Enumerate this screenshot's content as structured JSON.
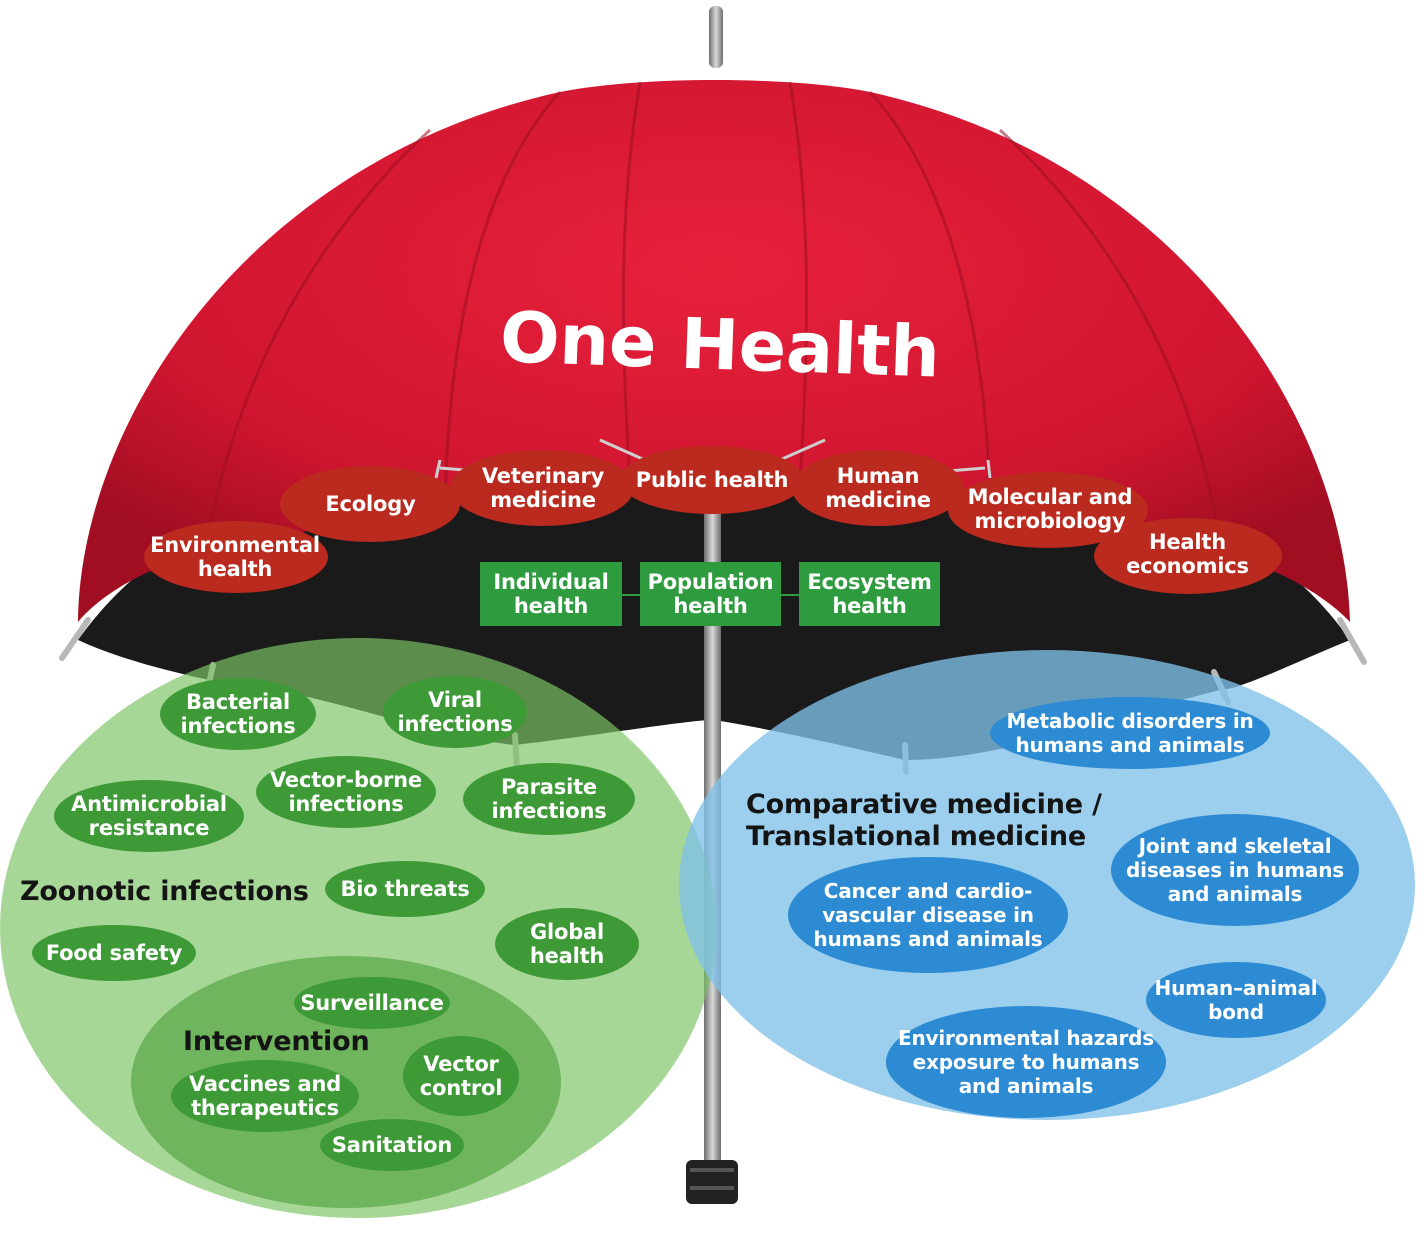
{
  "colors": {
    "canopy": "#d31730",
    "canopy_shadow": "#a20f22",
    "underside": "#1a1a1a",
    "red_oval": "#bb2a1e",
    "green_box": "#2e9b3e",
    "green_region": "#8fcd7c",
    "green_inner": "#66b352",
    "green_oval": "#3e9a37",
    "blue_region": "#8ec8ea",
    "blue_oval": "#2d8bd3"
  },
  "umbrella": {
    "title": "One Health",
    "disciplines": [
      "Environmental\nhealth",
      "Ecology",
      "Veterinary\nmedicine",
      "Public health",
      "Human\nmedicine",
      "Molecular and\nmicrobiology",
      "Health\neconomics"
    ],
    "health_levels": [
      "Individual\nhealth",
      "Population\nhealth",
      "Ecosystem\nhealth"
    ]
  },
  "zoonotic": {
    "heading": "Zoonotic infections",
    "items": [
      "Bacterial\ninfections",
      "Viral\ninfections",
      "Antimicrobial\nresistance",
      "Vector-borne\ninfections",
      "Parasite\ninfections",
      "Bio threats",
      "Food safety",
      "Global\nhealth"
    ],
    "intervention": {
      "heading": "Intervention",
      "items": [
        "Surveillance",
        "Vaccines and\ntherapeutics",
        "Vector\ncontrol",
        "Sanitation"
      ]
    }
  },
  "comparative": {
    "heading": "Comparative medicine /\nTranslational medicine",
    "items": [
      "Metabolic disorders in\nhumans and animals",
      "Joint and skeletal\ndiseases in humans\nand animals",
      "Cancer and cardio-\nvascular disease in\nhumans and animals",
      "Human–animal\nbond",
      "Environmental hazards\nexposure to humans\nand animals"
    ]
  }
}
